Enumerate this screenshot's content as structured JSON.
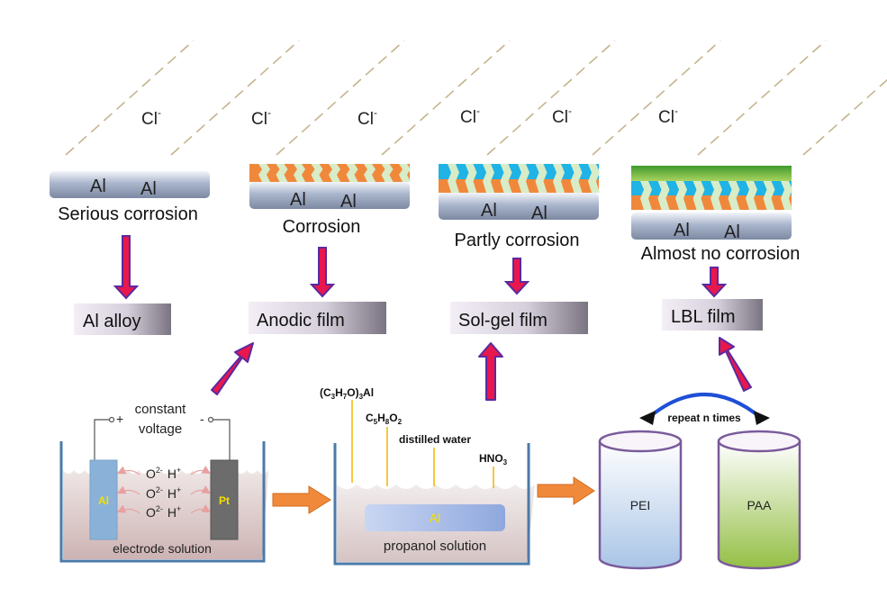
{
  "chloride_label": "Cl",
  "chloride_charge": "-",
  "panels": [
    {
      "substrate_labels": [
        "Al",
        "Al"
      ],
      "caption": "Serious corrosion",
      "result_box": "Al alloy"
    },
    {
      "substrate_labels": [
        "Al",
        "Al"
      ],
      "caption": "Corrosion",
      "result_box": "Anodic film"
    },
    {
      "substrate_labels": [
        "Al",
        "Al"
      ],
      "caption": "Partly corrosion",
      "result_box": "Sol-gel film"
    },
    {
      "substrate_labels": [
        "Al",
        "Al"
      ],
      "caption": "Almost no corrosion",
      "result_box": "LBL film"
    }
  ],
  "anodizing": {
    "title_line1": "constant",
    "title_line2": "voltage",
    "plus": "+",
    "minus": "-",
    "anode": "Al",
    "cathode": "Pt",
    "ion_o": "O",
    "ion_o_charge": "2-",
    "ion_h": "H",
    "ion_h_charge": "+",
    "solution_label": "electrode solution"
  },
  "solgel": {
    "reagent1": "(C3H7O)3Al",
    "reagent2": "C5H8O2",
    "reagent3": "distilled water",
    "reagent4": "HNO3",
    "substrate": "Al",
    "solution_label": "propanol solution"
  },
  "lbl": {
    "cycle_label": "repeat n times",
    "beaker1": "PEI",
    "beaker2": "PAA"
  },
  "colors": {
    "arrow_fill": "#e8174d",
    "arrow_stroke": "#5a2aa0",
    "process_arrow": "#f08a3a",
    "orange_layer": "#f0883c",
    "blue_layer": "#1fb3e6",
    "green_layer": "#6db33f",
    "reagent_line": "#f2b400",
    "cycle_arrow": "#1e4fd6"
  }
}
